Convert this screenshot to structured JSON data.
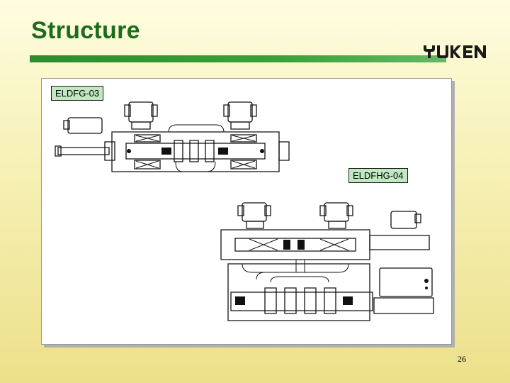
{
  "slide": {
    "title": "Structure",
    "page_number": "26"
  },
  "logo": {
    "text": "YUKEN",
    "color": "#1a1a1a"
  },
  "colors": {
    "title": "#1d6b1d",
    "rule": "#2e8b2e",
    "label_fill": "#c2e8c2"
  },
  "diagrams": [
    {
      "label": "ELDFG-03"
    },
    {
      "label": "ELDFHG-04"
    }
  ]
}
